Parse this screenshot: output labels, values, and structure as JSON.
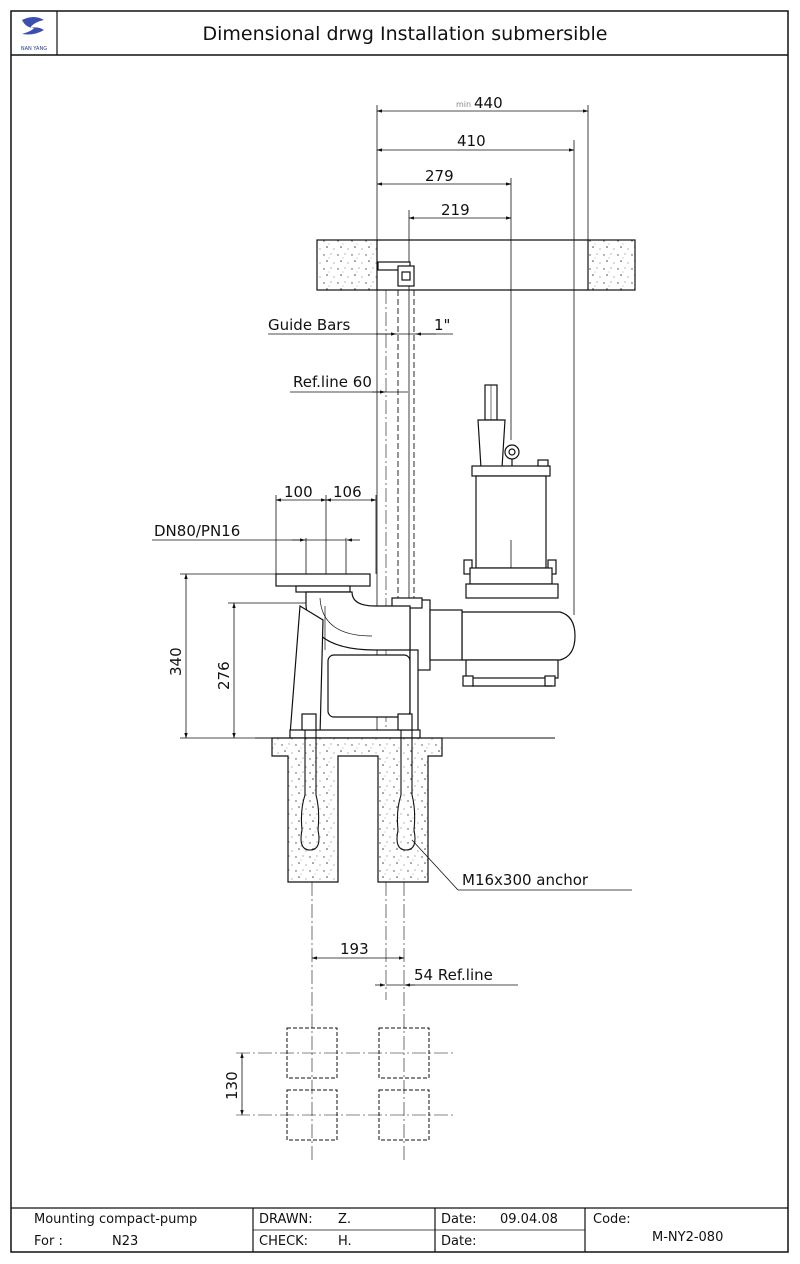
{
  "title": "Dimensional drwg Installation submersible",
  "logo_text": "NAN YANG",
  "dimensions": {
    "min_prefix": "min",
    "d440": "440",
    "d410": "410",
    "d279": "279",
    "d219": "219",
    "d100": "100",
    "d106": "106",
    "d340": "340",
    "d276": "276",
    "d193": "193",
    "d130": "130"
  },
  "labels": {
    "guide_bars": "Guide Bars",
    "guide_bars_size": "1\"",
    "ref_line_60": "Ref.line  60",
    "flange": "DN80/PN16",
    "anchor": "M16x300 anchor",
    "ref_line_54": "54 Ref.line"
  },
  "title_block": {
    "mounting": "Mounting compact-pump",
    "for_label": "For :",
    "for_value": "N23",
    "drawn_label": "DRAWN:",
    "drawn_value": "Z.",
    "check_label": "CHECK:",
    "check_value": "H.",
    "date_label1": "Date:",
    "date_value1": "09.04.08",
    "date_label2": "Date:",
    "code_label": "Code:",
    "code_value": "M-NY2-080"
  }
}
